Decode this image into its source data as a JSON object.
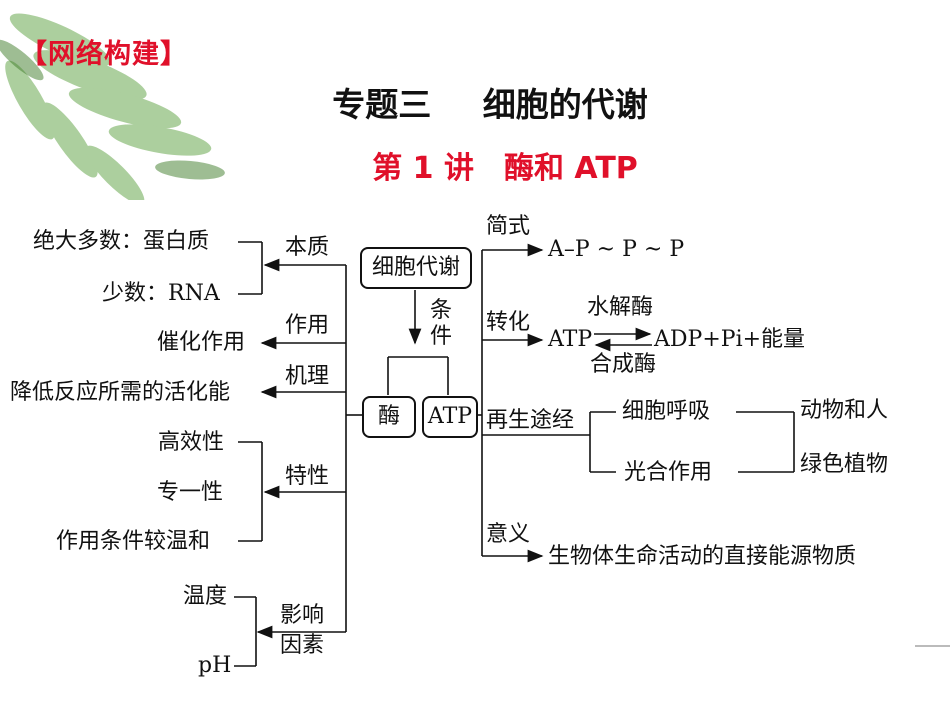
{
  "header": {
    "tag": "【网络构建】",
    "title": "专题三 细胞的代谢",
    "subtitle": "第 1 讲　酶和 ATP"
  },
  "center": {
    "metabolism": "细胞代谢",
    "condition": "条件",
    "enzyme": "酶",
    "atp": "ATP"
  },
  "enzyme_branch": {
    "essence": {
      "label": "本质",
      "items": [
        "绝大多数：蛋白质",
        "少数：RNA"
      ]
    },
    "function": {
      "label": "作用",
      "value": "催化作用"
    },
    "mechanism": {
      "label": "机理",
      "value": "降低反应所需的活化能"
    },
    "traits": {
      "label": "特性",
      "items": [
        "高效性",
        "专一性",
        "作用条件较温和"
      ]
    },
    "factors": {
      "label": "影响因素",
      "items": [
        "温度",
        "pH"
      ]
    }
  },
  "atp_branch": {
    "formula": {
      "label": "简式",
      "value": "A–P ~ P ~ P"
    },
    "conversion": {
      "label": "转化",
      "left": "ATP",
      "right": "ADP+Pi+能量",
      "top": "水解酶",
      "bottom": "合成酶"
    },
    "regen": {
      "label": "再生途经",
      "paths": [
        "细胞呼吸",
        "光合作用"
      ],
      "organisms": [
        "动物和人",
        "绿色植物"
      ]
    },
    "meaning": {
      "label": "意义",
      "value": "生物体生命活动的直接能源物质"
    }
  },
  "colors": {
    "accent": "#e0102a",
    "line": "#111111",
    "leaf": "#5a9a3a"
  }
}
